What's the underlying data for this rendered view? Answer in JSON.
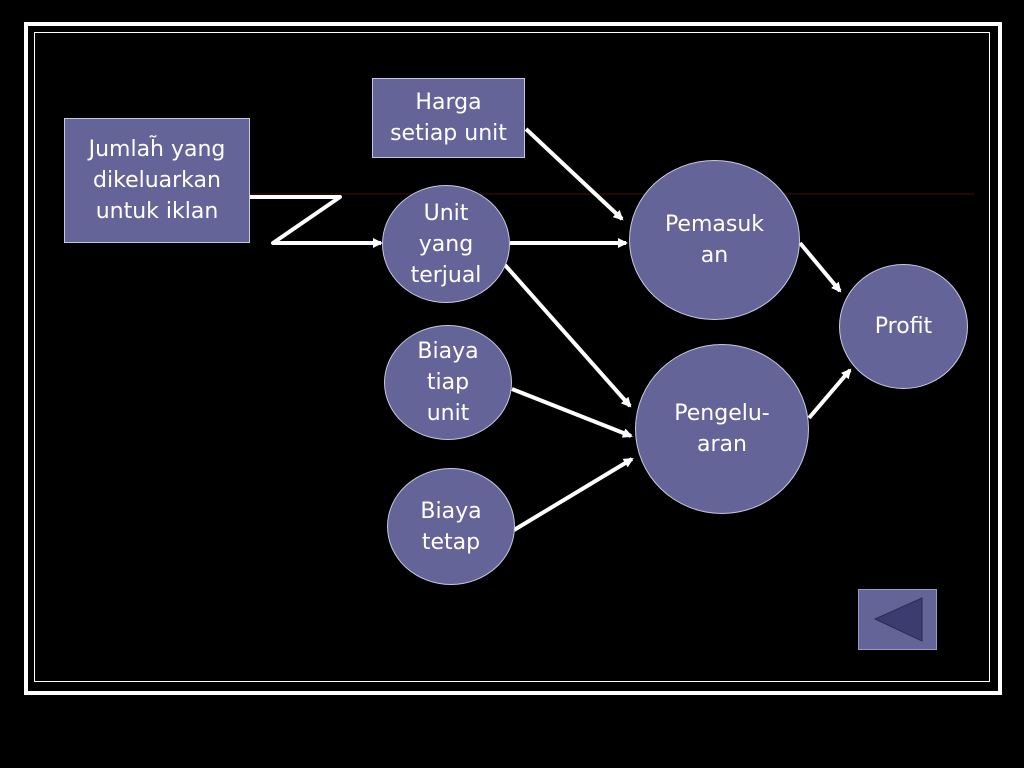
{
  "colors": {
    "background": "#000000",
    "node_fill": "#646498",
    "arrow": "#ffffff",
    "back_button_fill": "#646498",
    "back_button_triangle": "#3c3c70"
  },
  "nodes": {
    "jumlah": "Jumlah̃ yang\ndikeluarkan\nuntuk iklan",
    "harga": "Harga\nsetiap unit",
    "unit": "Unit\nyang\nterjual",
    "biaya_tiap": "Biaya\ntiap\nunit",
    "biaya_tetap": "Biaya\ntetap",
    "pemasukan": "Pemasuk\nan",
    "pengeluaran": "Pengelu-\naran",
    "profit": "Profit"
  },
  "edges": [
    {
      "from": "Jumlah yang dikeluarkan untuk iklan",
      "to": "Unit yang terjual"
    },
    {
      "from": "Harga setiap unit",
      "to": "Pemasukan"
    },
    {
      "from": "Unit yang terjual",
      "to": "Pemasukan"
    },
    {
      "from": "Unit yang terjual",
      "to": "Pengeluaran"
    },
    {
      "from": "Biaya tiap unit",
      "to": "Pengeluaran"
    },
    {
      "from": "Biaya tetap",
      "to": "Pengeluaran"
    },
    {
      "from": "Pemasukan",
      "to": "Profit"
    },
    {
      "from": "Pengeluaran",
      "to": "Profit"
    }
  ],
  "back_button": {
    "icon": "triangle-left-icon"
  }
}
